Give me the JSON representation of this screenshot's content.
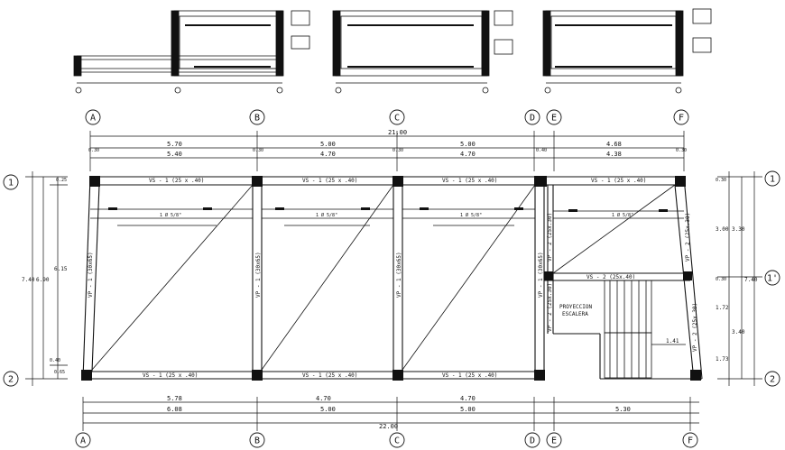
{
  "grid_columns": [
    "A",
    "B",
    "C",
    "D",
    "E",
    "F"
  ],
  "grid_rows": [
    "1",
    "1'",
    "2"
  ],
  "top_dims": {
    "total": "21.00",
    "axis_spans": [
      "5.70",
      "5.00",
      "5.00",
      "4.68"
    ],
    "clear_spans": [
      "5.40",
      "4.70",
      "4.70",
      "4.38"
    ],
    "col_widths": [
      "0.30",
      "0.30",
      "0.30",
      "0.40",
      "0.30"
    ]
  },
  "bottom_dims": {
    "clear_spans": [
      "5.78",
      "4.70",
      "4.70"
    ],
    "axis_spans": [
      "6.08",
      "5.00",
      "5.00",
      "5.30"
    ],
    "total": "22.00"
  },
  "left_dims": {
    "outer": "7.40",
    "middle": "6.90",
    "inner": "6.15",
    "small_top": "0.25",
    "small_b1": "0.40",
    "small_b2": "0.65"
  },
  "right_dims": {
    "top": "0.30",
    "upper_a": "3.00",
    "upper_b": "3.30",
    "mid_a": "0.30",
    "outer": "7.40",
    "mid_b": "1.72",
    "lower_b": "3.40",
    "bottom": "1.73"
  },
  "beam_labels": {
    "vs_top": [
      "VS - 1 (25 x .40)",
      "VS - 1 (25 x .40)",
      "VS - 1 (25 x .40)",
      "VS - 1 (25 x .40)"
    ],
    "vs_bottom": [
      "VS - 1 (25 x .40)",
      "VS - 1 (25 x .40)",
      "VS - 1 (25 x .40)"
    ],
    "vs_mid": "VS - 2 (25x.40)",
    "vp": [
      "VP - 1 (30x65)",
      "VP - 1 (30x65)",
      "VP - 1 (30x65)",
      "VP - 1 (30x65)"
    ],
    "vp2": [
      "VP - 2 (25x.30)",
      "VP - 2 (25x.30)",
      "VP - 2 (25x.30)",
      "VP - 2 (25x.30)"
    ]
  },
  "stair": {
    "line1": "PROYECCION",
    "line2": "ESCALERA",
    "dim": "1.41"
  },
  "rebar_tag": "1 Ø 5/8\""
}
